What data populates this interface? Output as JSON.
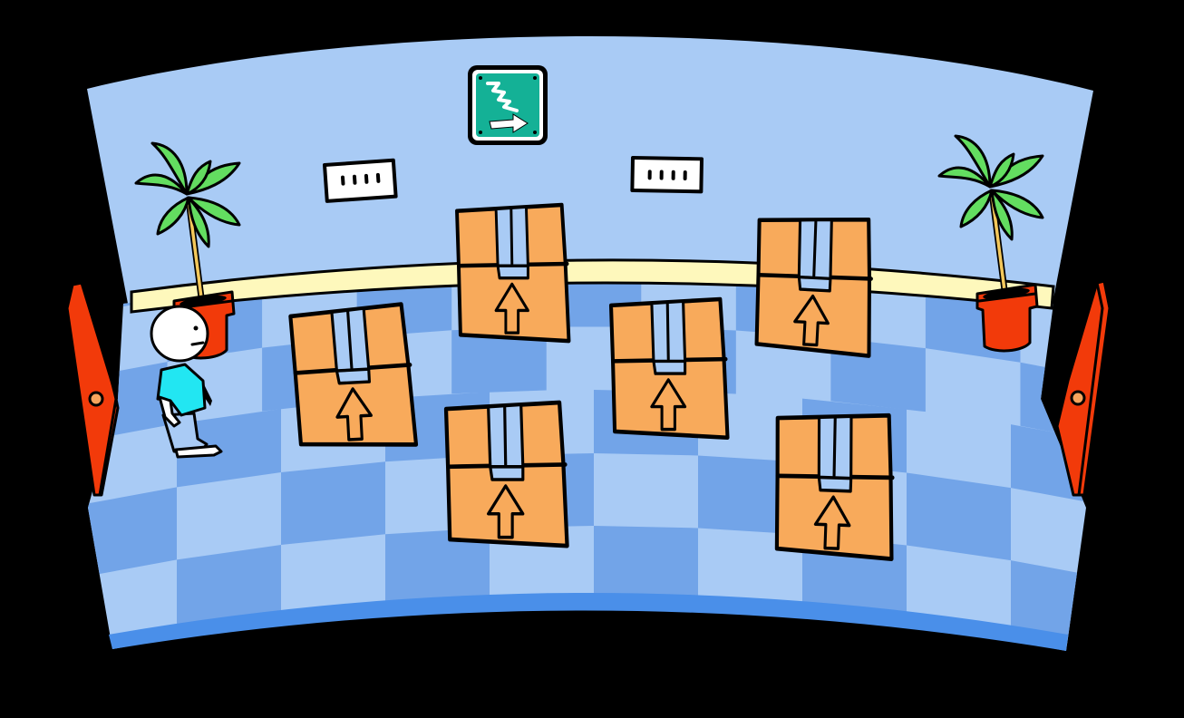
{
  "scene": {
    "name": "storage-room",
    "colors": {
      "background": "#000000",
      "wall": "#a9cbf5",
      "baseboard": "#fef8bc",
      "floor_light": "#a9cbf5",
      "floor_dark": "#72a4e8",
      "floor_edge": "#4a8fe9",
      "box": "#f8aa5b",
      "tape": "#a9cbf5",
      "door": "#f23a0a",
      "door_knob": "#f7a35c",
      "pot": "#f23a0a",
      "leaf": "#63dd60",
      "trunk": "#f4c85b",
      "sign": "#14b196",
      "player_shirt": "#22e6f2",
      "player_pants": "#a9cbf5",
      "player_head": "#ffffff"
    }
  },
  "exit_sign": {
    "label": "stairs-exit",
    "icon": "stairs-arrow-right-icon"
  },
  "wall_vents": [
    {
      "id": "vent-left",
      "slots": 4
    },
    {
      "id": "vent-right",
      "slots": 4
    }
  ],
  "plants": [
    {
      "id": "plant-left"
    },
    {
      "id": "plant-right"
    }
  ],
  "doors": [
    {
      "id": "door-left",
      "side": "left"
    },
    {
      "id": "door-right",
      "side": "right"
    }
  ],
  "player": {
    "id": "player",
    "facing": "right"
  },
  "boxes": [
    {
      "id": "box-1",
      "label": "this-side-up"
    },
    {
      "id": "box-2",
      "label": "this-side-up"
    },
    {
      "id": "box-3",
      "label": "this-side-up"
    },
    {
      "id": "box-4",
      "label": "this-side-up"
    },
    {
      "id": "box-5",
      "label": "this-side-up"
    },
    {
      "id": "box-6",
      "label": "this-side-up"
    }
  ]
}
